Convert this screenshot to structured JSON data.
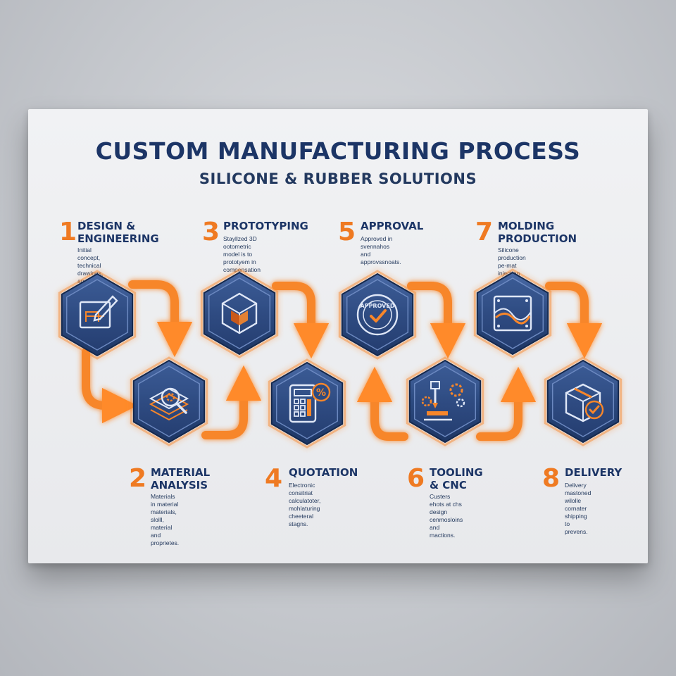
{
  "title": "CUSTOM MANUFACTURING PROCESS",
  "subtitle": "SILICONE & RUBBER SOLUTIONS",
  "colors": {
    "navy": "#1c3566",
    "orange": "#ef7a22",
    "tile": "#2f4f86",
    "background": "#eeeff1"
  },
  "steps": [
    {
      "number": "1",
      "title": "DESIGN &\nENGINEERING",
      "description": "Initial concept, technical\ndrawings, and feasibility study.",
      "icon": "blueprint-pencil-icon"
    },
    {
      "number": "2",
      "title": "MATERIAL\nANALYSIS",
      "description": "Materials in material\nmaterials, slolll, material\nand proprietes.",
      "icon": "material-layers-magnifier-icon"
    },
    {
      "number": "3",
      "title": "PROTOTYPING",
      "description": "Stayllzed 3D ootometric\nmodel is to prototyem in\ncompensation",
      "icon": "3d-cube-icon"
    },
    {
      "number": "4",
      "title": "QUOTATION",
      "description": "Electronic consitriat\ncalculatoter, mohlaturing\ncheeteral stagns.",
      "icon": "calculator-percent-icon"
    },
    {
      "number": "5",
      "title": "APPROVAL",
      "description": "Approved in svennahos\nand approvssnoats.",
      "icon": "approved-stamp-icon",
      "stamp_text": "APPROVED"
    },
    {
      "number": "6",
      "title": "TOOLING\n& CNC",
      "description": "Custers ehots at chs\ndesign cenmosloins\nand mactions.",
      "icon": "cnc-machine-gears-icon"
    },
    {
      "number": "7",
      "title": "MOLDING\nPRODUCTION",
      "description": "Silicone production pe-mat\ninjection mold snustives.",
      "icon": "mold-icon"
    },
    {
      "number": "8",
      "title": "DELIVERY",
      "description": "Delivery mastoned\nwilolle cornater\nshipping to prevens.",
      "icon": "package-check-icon"
    }
  ]
}
